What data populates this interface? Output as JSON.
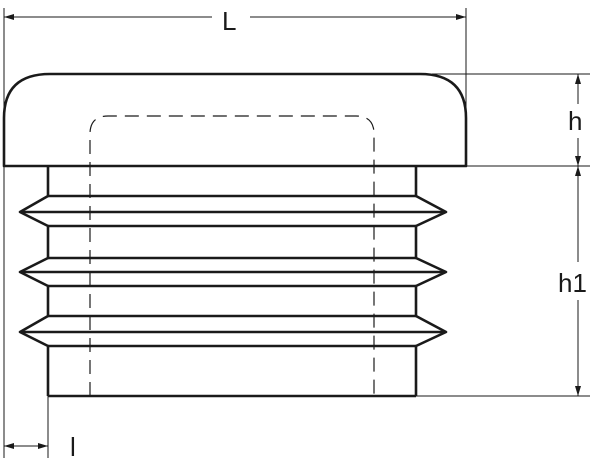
{
  "dimensions": {
    "L": "L",
    "h": "h",
    "h1": "h1",
    "l": "l"
  },
  "colors": {
    "line": "#1a1a1a",
    "background": "#ffffff"
  }
}
